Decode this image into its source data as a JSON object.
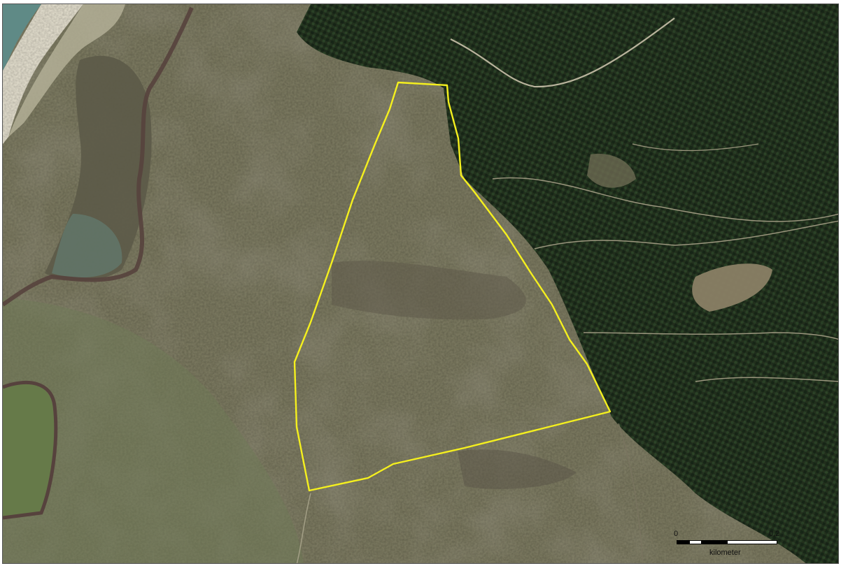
{
  "map": {
    "type": "aerial orthophoto",
    "study_area_outline_color": "#f5f01e",
    "colors": {
      "forest": "#2c3d27",
      "heath": "#7f7d63",
      "wetland": "#5c5a48",
      "beach": "#e8e3d2",
      "sea": "#5f8a86",
      "stream": "#56423d",
      "meadow": "#667a49"
    }
  },
  "scalebar": {
    "start_label": "0",
    "end_label": "0,2",
    "unit_label": "kilometer"
  }
}
